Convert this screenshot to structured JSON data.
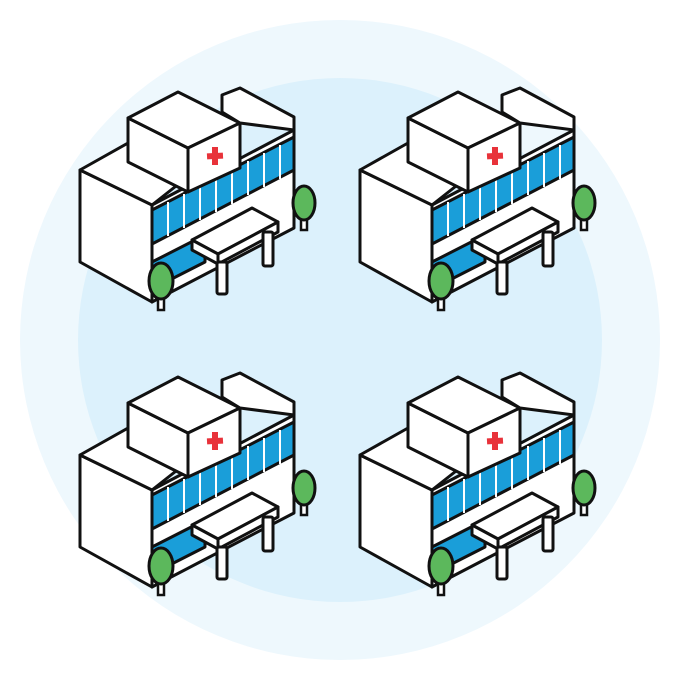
{
  "scene": {
    "background_color": "#ffffff",
    "outer_circle_color": "#eef8fd",
    "inner_circle_color": "#dcf1fc",
    "building_count": 4
  },
  "palette": {
    "outline": "#111111",
    "wall": "#ffffff",
    "window": "#1a9ed9",
    "cross": "#e8323a",
    "tree": "#5cb85c"
  },
  "buildings": [
    {
      "name": "hospital-top-left",
      "icon": "hospital-building-icon"
    },
    {
      "name": "hospital-top-right",
      "icon": "hospital-building-icon"
    },
    {
      "name": "hospital-bottom-left",
      "icon": "hospital-building-icon"
    },
    {
      "name": "hospital-bottom-right",
      "icon": "hospital-building-icon"
    }
  ]
}
